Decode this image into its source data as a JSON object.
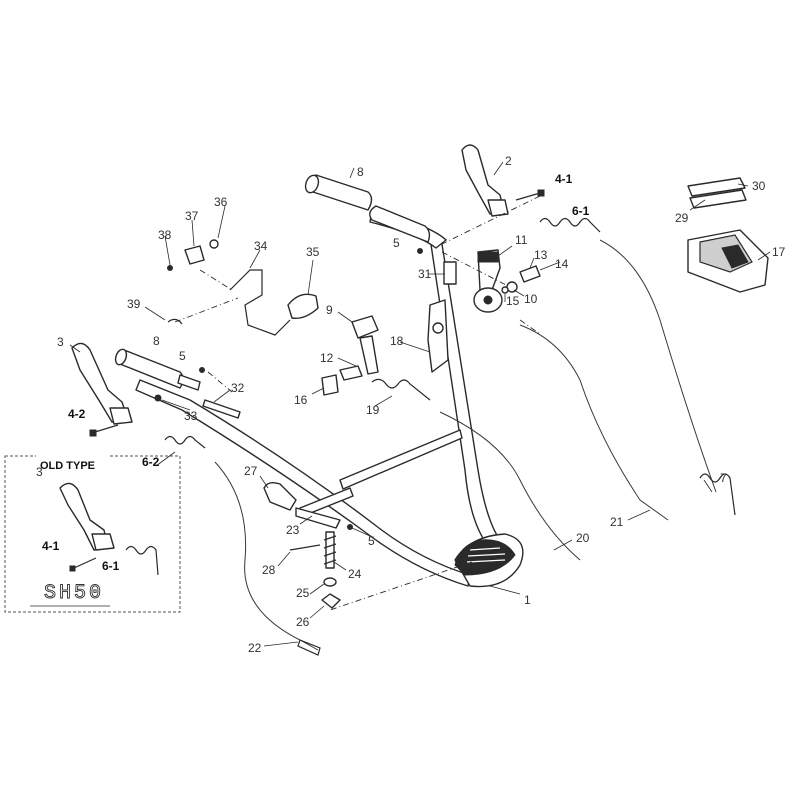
{
  "diagram": {
    "old_type_box": {
      "title": "OLD TYPE",
      "model": "SH50",
      "labels": {
        "p3": "3",
        "p4_1": "4-1",
        "p6_1": "6-1"
      }
    },
    "labels": {
      "p1": "1",
      "p2": "2",
      "p3": "3",
      "p4_1": "4-1",
      "p4_2": "4-2",
      "p5a": "5",
      "p5b": "5",
      "p5c": "5",
      "p6_1": "6-1",
      "p6_2": "6-2",
      "p7": "7",
      "p8a": "8",
      "p8b": "8",
      "p9": "9",
      "p10": "10",
      "p11": "11",
      "p12": "12",
      "p13": "13",
      "p14": "14",
      "p15": "15",
      "p16": "16",
      "p17": "17",
      "p18": "18",
      "p19": "19",
      "p20": "20",
      "p21": "21",
      "p22": "22",
      "p23": "23",
      "p24": "24",
      "p25": "25",
      "p26": "26",
      "p27": "27",
      "p28": "28",
      "p29": "29",
      "p30": "30",
      "p31": "31",
      "p32": "32",
      "p33": "33",
      "p34": "34",
      "p35": "35",
      "p36": "36",
      "p37": "37",
      "p38": "38",
      "p39": "39"
    },
    "colors": {
      "ink": "#2a2a2a",
      "paper": "#ffffff"
    }
  }
}
